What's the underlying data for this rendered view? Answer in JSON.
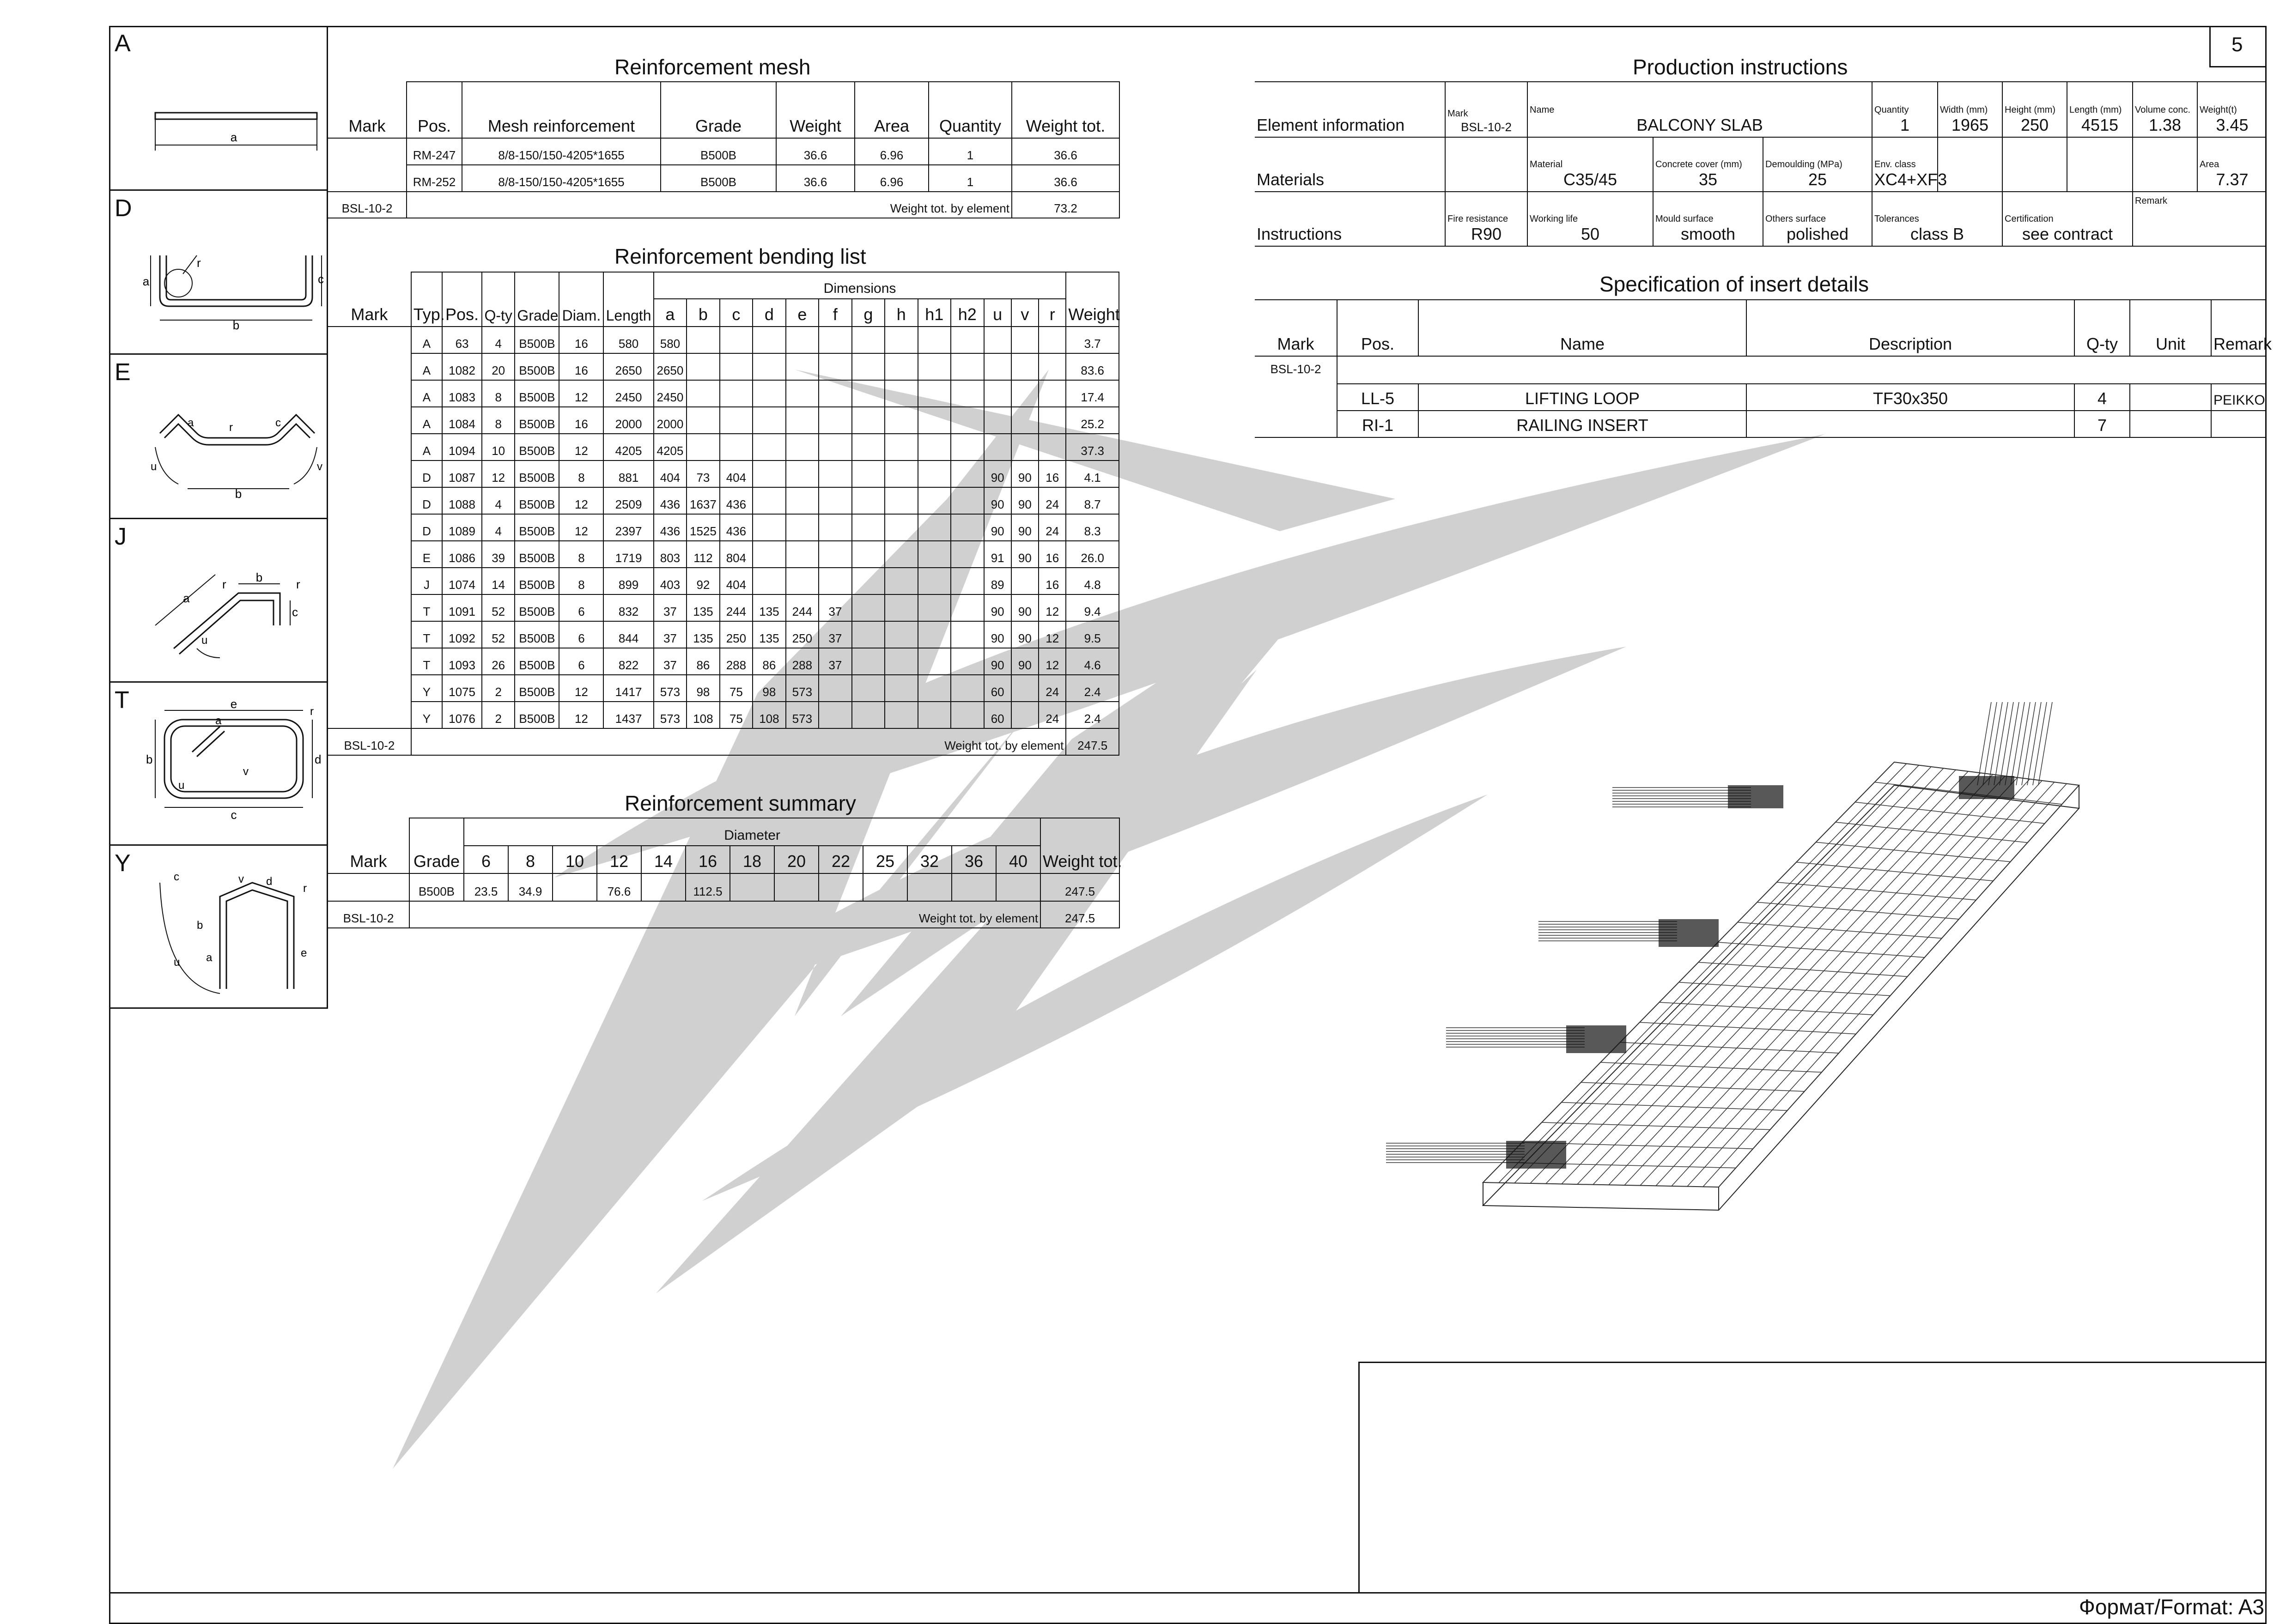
{
  "sheet": {
    "page_number": "5",
    "format_label": "Формат/Format: A3"
  },
  "shapes": [
    {
      "letter": "A",
      "dims": [
        "a"
      ]
    },
    {
      "letter": "D",
      "dims": [
        "a",
        "b",
        "c",
        "r"
      ]
    },
    {
      "letter": "E",
      "dims": [
        "a",
        "b",
        "c",
        "r",
        "u",
        "v"
      ]
    },
    {
      "letter": "J",
      "dims": [
        "a",
        "b",
        "c",
        "r",
        "u"
      ]
    },
    {
      "letter": "T",
      "dims": [
        "a",
        "b",
        "c",
        "d",
        "e",
        "r",
        "u",
        "v"
      ]
    },
    {
      "letter": "Y",
      "dims": [
        "a",
        "b",
        "c",
        "d",
        "e",
        "r",
        "u",
        "v"
      ]
    }
  ],
  "mesh": {
    "title": "Reinforcement mesh",
    "headers": [
      "Mark",
      "Pos.",
      "Mesh reinforcement",
      "Grade",
      "Weight",
      "Area",
      "Quantity",
      "Weight tot."
    ],
    "rows": [
      [
        "RM-247",
        "8/8-150/150-4205*1655",
        "B500B",
        "36.6",
        "6.96",
        "1",
        "36.6"
      ],
      [
        "RM-252",
        "8/8-150/150-4205*1655",
        "B500B",
        "36.6",
        "6.96",
        "1",
        "36.6"
      ]
    ],
    "mark": "BSL-10-2",
    "total_label": "Weight tot. by element",
    "total": "73.2"
  },
  "bending": {
    "title": "Reinforcement bending list",
    "dimensions_label": "Dimensions",
    "headers": [
      "Mark",
      "Typ.",
      "Pos.",
      "Q-ty",
      "Grade",
      "Diam.",
      "Length",
      "a",
      "b",
      "c",
      "d",
      "e",
      "f",
      "g",
      "h",
      "h1",
      "h2",
      "u",
      "v",
      "r",
      "Weight"
    ],
    "rows": [
      [
        "A",
        "63",
        "4",
        "B500B",
        "16",
        "580",
        "580",
        "",
        "",
        "",
        "",
        "",
        "",
        "",
        "",
        "",
        "",
        "",
        "",
        "3.7"
      ],
      [
        "A",
        "1082",
        "20",
        "B500B",
        "16",
        "2650",
        "2650",
        "",
        "",
        "",
        "",
        "",
        "",
        "",
        "",
        "",
        "",
        "",
        "",
        "83.6"
      ],
      [
        "A",
        "1083",
        "8",
        "B500B",
        "12",
        "2450",
        "2450",
        "",
        "",
        "",
        "",
        "",
        "",
        "",
        "",
        "",
        "",
        "",
        "",
        "17.4"
      ],
      [
        "A",
        "1084",
        "8",
        "B500B",
        "16",
        "2000",
        "2000",
        "",
        "",
        "",
        "",
        "",
        "",
        "",
        "",
        "",
        "",
        "",
        "",
        "25.2"
      ],
      [
        "A",
        "1094",
        "10",
        "B500B",
        "12",
        "4205",
        "4205",
        "",
        "",
        "",
        "",
        "",
        "",
        "",
        "",
        "",
        "",
        "",
        "",
        "37.3"
      ],
      [
        "D",
        "1087",
        "12",
        "B500B",
        "8",
        "881",
        "404",
        "73",
        "404",
        "",
        "",
        "",
        "",
        "",
        "",
        "",
        "90",
        "90",
        "16",
        "4.1"
      ],
      [
        "D",
        "1088",
        "4",
        "B500B",
        "12",
        "2509",
        "436",
        "1637",
        "436",
        "",
        "",
        "",
        "",
        "",
        "",
        "",
        "90",
        "90",
        "24",
        "8.7"
      ],
      [
        "D",
        "1089",
        "4",
        "B500B",
        "12",
        "2397",
        "436",
        "1525",
        "436",
        "",
        "",
        "",
        "",
        "",
        "",
        "",
        "90",
        "90",
        "24",
        "8.3"
      ],
      [
        "E",
        "1086",
        "39",
        "B500B",
        "8",
        "1719",
        "803",
        "112",
        "804",
        "",
        "",
        "",
        "",
        "",
        "",
        "",
        "91",
        "90",
        "16",
        "26.0"
      ],
      [
        "J",
        "1074",
        "14",
        "B500B",
        "8",
        "899",
        "403",
        "92",
        "404",
        "",
        "",
        "",
        "",
        "",
        "",
        "",
        "89",
        "",
        "16",
        "4.8"
      ],
      [
        "T",
        "1091",
        "52",
        "B500B",
        "6",
        "832",
        "37",
        "135",
        "244",
        "135",
        "244",
        "37",
        "",
        "",
        "",
        "",
        "90",
        "90",
        "12",
        "9.4"
      ],
      [
        "T",
        "1092",
        "52",
        "B500B",
        "6",
        "844",
        "37",
        "135",
        "250",
        "135",
        "250",
        "37",
        "",
        "",
        "",
        "",
        "90",
        "90",
        "12",
        "9.5"
      ],
      [
        "T",
        "1093",
        "26",
        "B500B",
        "6",
        "822",
        "37",
        "86",
        "288",
        "86",
        "288",
        "37",
        "",
        "",
        "",
        "",
        "90",
        "90",
        "12",
        "4.6"
      ],
      [
        "Y",
        "1075",
        "2",
        "B500B",
        "12",
        "1417",
        "573",
        "98",
        "75",
        "98",
        "573",
        "",
        "",
        "",
        "",
        "",
        "60",
        "",
        "24",
        "2.4"
      ],
      [
        "Y",
        "1076",
        "2",
        "B500B",
        "12",
        "1437",
        "573",
        "108",
        "75",
        "108",
        "573",
        "",
        "",
        "",
        "",
        "",
        "60",
        "",
        "24",
        "2.4"
      ]
    ],
    "mark": "BSL-10-2",
    "total_label": "Weight tot. by element",
    "total": "247.5"
  },
  "summary": {
    "title": "Reinforcement summary",
    "diameter_label": "Diameter",
    "mark_label": "Mark",
    "grade_label": "Grade",
    "weight_label": "Weight tot.",
    "diameters": [
      "6",
      "8",
      "10",
      "12",
      "14",
      "16",
      "18",
      "20",
      "22",
      "25",
      "32",
      "36",
      "40"
    ],
    "grade": "B500B",
    "values": [
      "23.5",
      "34.9",
      "",
      "76.6",
      "",
      "112.5",
      "",
      "",
      "",
      "",
      "",
      "",
      ""
    ],
    "row_total": "247.5",
    "mark": "BSL-10-2",
    "total_label": "Weight tot. by element",
    "total": "247.5"
  },
  "production": {
    "title": "Production instructions",
    "element_label": "Element information",
    "materials_label": "Materials",
    "instructions_label": "Instructions",
    "mark_small": "Mark",
    "mark": "BSL-10-2",
    "name_small": "Name",
    "name": "BALCONY SLAB",
    "quantity_small": "Quantity",
    "quantity": "1",
    "width_small": "Width (mm)",
    "width": "1965",
    "height_small": "Height (mm)",
    "height": "250",
    "length_small": "Length (mm)",
    "length": "4515",
    "volume_small": "Volume conc.",
    "volume": "1.38",
    "weight_small": "Weight(t)",
    "weight": "3.45",
    "material_small": "Material",
    "material": "C35/45",
    "cover_small": "Concrete cover (mm)",
    "cover": "35",
    "demould_small": "Demoulding (MPa)",
    "demould": "25",
    "env_small": "Env. class",
    "env": "XC4+XF3",
    "area_small": "Area",
    "area": "7.37",
    "fire_small": "Fire resistance",
    "fire": "R90",
    "life_small": "Working life",
    "life": "50",
    "mould_small": "Mould surface",
    "mould": "smooth",
    "others_small": "Others surface",
    "others": "polished",
    "tol_small": "Tolerances",
    "tol": "class B",
    "cert_small": "Certification",
    "cert": "see contract",
    "remark_small": "Remark"
  },
  "inserts": {
    "title": "Specification of insert details",
    "headers": [
      "Mark",
      "Pos.",
      "Name",
      "Description",
      "Q-ty",
      "Unit",
      "Remark"
    ],
    "mark": "BSL-10-2",
    "rows": [
      [
        "LL-5",
        "LIFTING LOOP",
        "TF30x350",
        "4",
        "",
        "PEIKKO"
      ],
      [
        "RI-1",
        "RAILING INSERT",
        "",
        "7",
        "",
        ""
      ]
    ]
  }
}
